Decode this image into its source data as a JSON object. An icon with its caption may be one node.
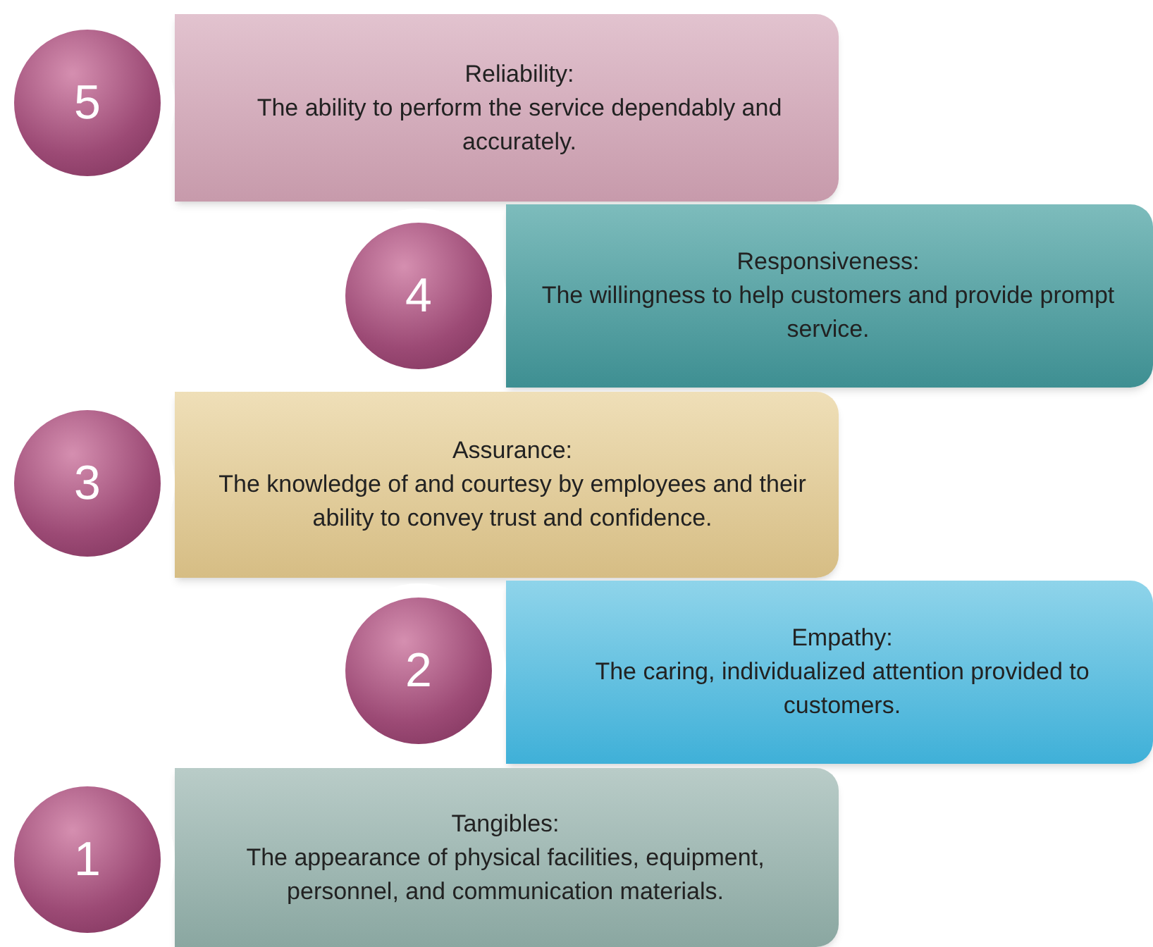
{
  "diagram": {
    "nodes": [
      {
        "text": [
          "5"
        ]
      },
      {
        "text": [
          "Reliability:",
          "The ability to perform the service dependably and accurately."
        ]
      },
      {
        "text": [
          "4"
        ]
      },
      {
        "text": [
          "Responsiveness:",
          "The willingness to help customers and provide prompt service."
        ]
      },
      {
        "text": [
          "3"
        ]
      },
      {
        "text": [
          "Assurance:",
          "The knowledge of and courtesy by employees and their ability to convey trust and confidence."
        ]
      },
      {
        "text": [
          "2"
        ]
      },
      {
        "text": [
          "Empathy:",
          "The caring, individualized attention provided to customers."
        ]
      },
      {
        "text": [
          "1"
        ]
      },
      {
        "text": [
          "Tangibles:",
          "The appearance of physical facilities, equipment, personnel, and communication materials."
        ]
      }
    ]
  }
}
